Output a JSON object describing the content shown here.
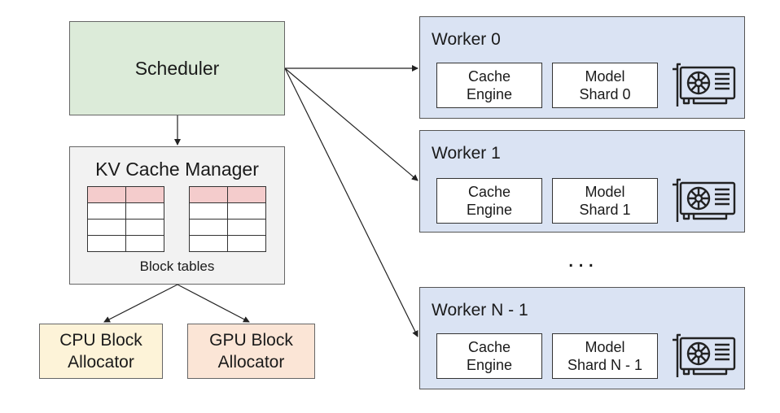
{
  "scheduler": {
    "label": "Scheduler"
  },
  "kv_cache_manager": {
    "title": "KV Cache Manager",
    "caption": "Block tables"
  },
  "allocators": [
    {
      "line1": "CPU Block",
      "line2": "Allocator",
      "color": "#fdf3d8"
    },
    {
      "line1": "GPU Block",
      "line2": "Allocator",
      "color": "#fbe5d6"
    }
  ],
  "workers": [
    {
      "title": "Worker 0",
      "cache_line1": "Cache",
      "cache_line2": "Engine",
      "model_line1": "Model",
      "model_line2": "Shard 0",
      "icon": "gpu-card-icon"
    },
    {
      "title": "Worker 1",
      "cache_line1": "Cache",
      "cache_line2": "Engine",
      "model_line1": "Model",
      "model_line2": "Shard 1",
      "icon": "gpu-card-icon"
    },
    {
      "title": "Worker N - 1",
      "cache_line1": "Cache",
      "cache_line2": "Engine",
      "model_line1": "Model",
      "model_line2": "Shard N - 1",
      "icon": "gpu-card-icon"
    }
  ],
  "ellipsis": "...",
  "colors": {
    "scheduler": "#dcebd9",
    "kv_manager": "#f2f2f2",
    "worker": "#dae3f3",
    "table_header": "#f4cccc"
  }
}
